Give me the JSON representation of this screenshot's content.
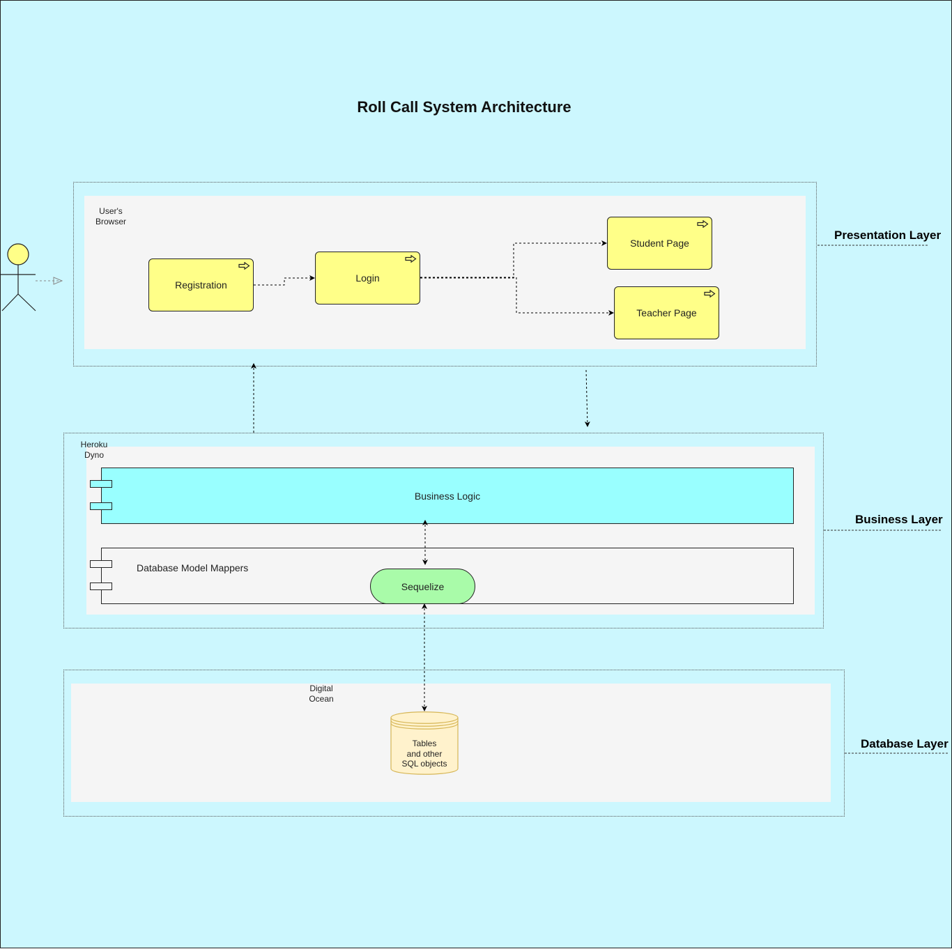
{
  "title": "Roll Call System Architecture",
  "zones": {
    "browser": {
      "label_line1": "User's",
      "label_line2": "Browser"
    },
    "dyno": {
      "label_line1": "Heroku",
      "label_line2": "Dyno"
    },
    "ocean": {
      "label_line1": "Digital",
      "label_line2": "Ocean"
    }
  },
  "pages": {
    "registration": "Registration",
    "login": "Login",
    "student": "Student Page",
    "teacher": "Teacher Page"
  },
  "components": {
    "business_logic": "Business Logic",
    "mappers": "Database Model Mappers",
    "sequelize": "Sequelize"
  },
  "database": {
    "line1": "Tables",
    "line2": "and other",
    "line3": "SQL objects"
  },
  "layers": {
    "presentation": "Presentation Layer",
    "business": "Business Layer",
    "database": "Database Layer"
  },
  "colors": {
    "background": "#ccf7fe",
    "page_fill": "#ffff88",
    "business_logic_fill": "#99ffff",
    "sequelize_fill": "#a9fba9",
    "database_fill": "#fff2cc",
    "database_stroke": "#d6b656",
    "actor_fill": "#ffff88"
  },
  "icons": {
    "actor": "stick-figure-icon",
    "page_arrow": "right-arrow-outline-icon",
    "component_tabs": "component-icon",
    "database": "cylinder-icon"
  }
}
